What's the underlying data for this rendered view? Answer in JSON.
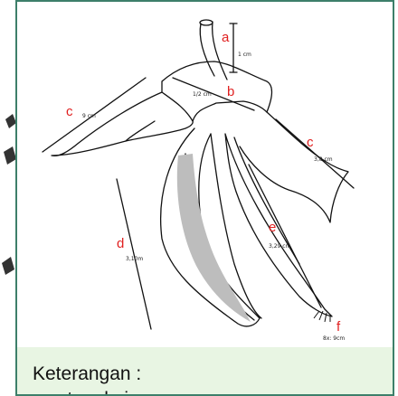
{
  "labels": {
    "a": "a",
    "b": "b",
    "c_left": "c",
    "c_right": "c",
    "d": "d",
    "e": "e",
    "f": "f"
  },
  "measurements": {
    "a": "1 cm",
    "b": "1/2 cm",
    "c_left": "9 cm",
    "c_right": "3,8 cm",
    "d": "3,10m",
    "e": "3,29 cm",
    "scale": "8x: 9cm"
  },
  "caption": {
    "title": "Keterangan :",
    "next_line": "a. tangkai"
  },
  "colors": {
    "frame": "#3d7f6a",
    "label": "#e02020",
    "caption_bg": "#e8f5e3"
  }
}
